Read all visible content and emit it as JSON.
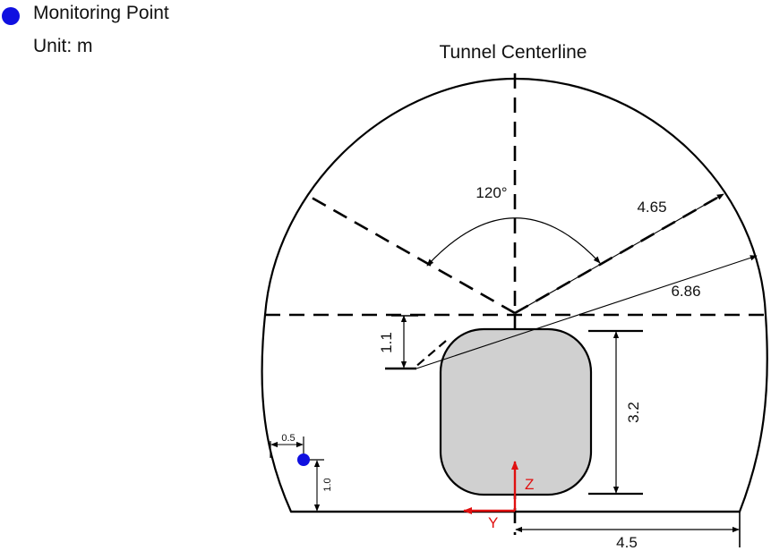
{
  "legend": {
    "monitoring_point_label": "Monitoring Point",
    "unit_label": "Unit: m",
    "monitoring_point_color": "#1010e0"
  },
  "diagram": {
    "title": "Tunnel Centerline",
    "angle_label": "120°",
    "radius_inner_label": "4.65",
    "radius_outer_label": "6.86",
    "offset_label": "1.1",
    "height_label": "3.2",
    "half_width_label": "4.5",
    "point_offset_label": "0.5",
    "point_height_label": "1.0",
    "axis_z_label": "Z",
    "axis_y_label": "Y",
    "axis_color": "#e01010",
    "vehicle_fill": "#d0d0d0"
  }
}
